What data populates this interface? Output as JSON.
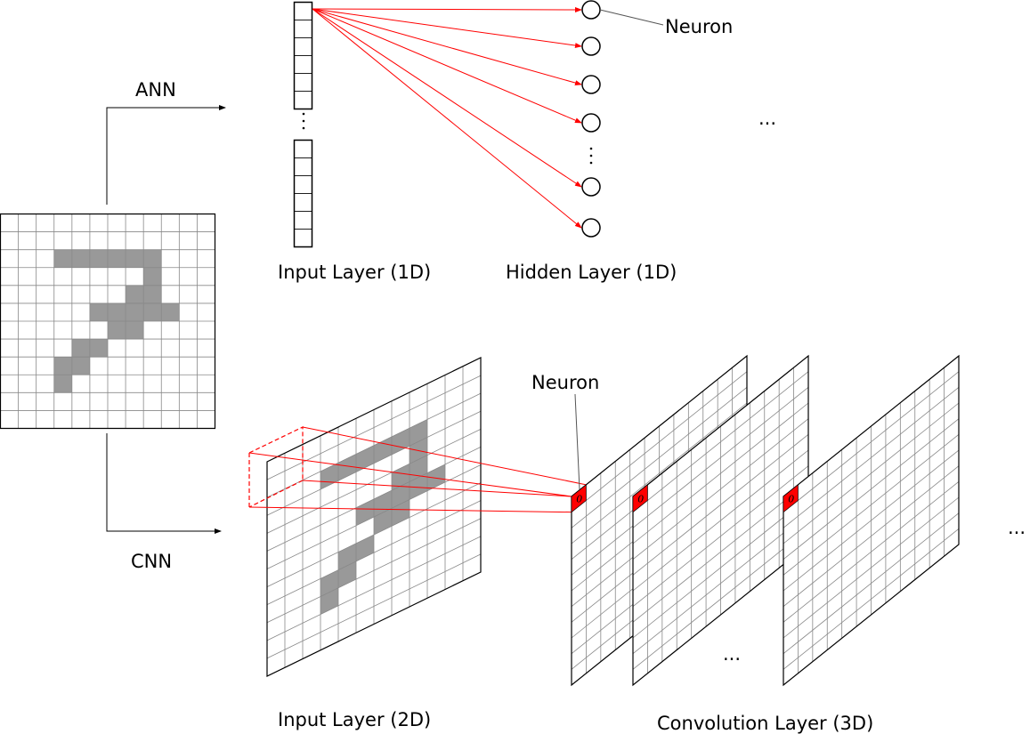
{
  "labels": {
    "ann": "ANN",
    "cnn": "CNN",
    "neuron_ann": "Neuron",
    "neuron_cnn": "Neuron",
    "input_1d": "Input Layer (1D)",
    "hidden_1d": "Hidden Layer (1D)",
    "input_2d": "Input Layer (2D)",
    "conv_3d": "Convolution Layer (3D)",
    "ellipsis_hidden": "...",
    "ellipsis_maps": "...",
    "ellipsis_layers": "...",
    "neuron_value": "0"
  },
  "image_grid": {
    "rows": 12,
    "cols": 12,
    "filled_cells": [
      [
        2,
        3
      ],
      [
        2,
        4
      ],
      [
        2,
        5
      ],
      [
        2,
        6
      ],
      [
        2,
        7
      ],
      [
        2,
        8
      ],
      [
        3,
        8
      ],
      [
        4,
        7
      ],
      [
        4,
        8
      ],
      [
        5,
        5
      ],
      [
        5,
        6
      ],
      [
        5,
        7
      ],
      [
        5,
        8
      ],
      [
        5,
        9
      ],
      [
        6,
        6
      ],
      [
        6,
        7
      ],
      [
        7,
        4
      ],
      [
        7,
        5
      ],
      [
        8,
        3
      ],
      [
        8,
        4
      ],
      [
        9,
        3
      ]
    ]
  },
  "hidden_neuron_count_shown": 6,
  "feature_maps_shown": 3,
  "colors": {
    "pixel_fill": "#999999",
    "connection": "#ff0000",
    "neuron_cell": "#ff0000",
    "grid_line": "#888888"
  }
}
